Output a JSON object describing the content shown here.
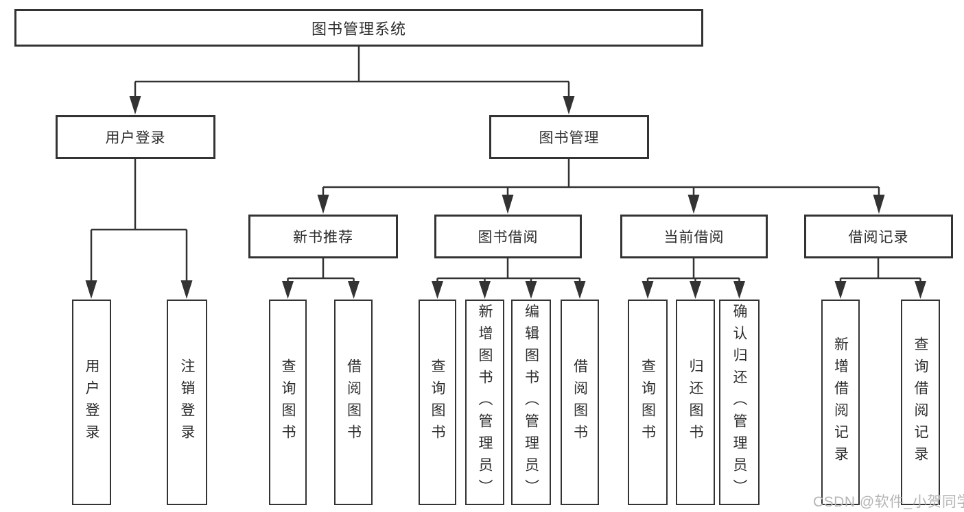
{
  "tree": {
    "label": "图书管理系统",
    "children": [
      {
        "label": "用户登录",
        "children": [
          {
            "label": "用户登录"
          },
          {
            "label": "注销登录"
          }
        ]
      },
      {
        "label": "图书管理",
        "children": [
          {
            "label": "新书推荐",
            "children": [
              {
                "label": "查询图书"
              },
              {
                "label": "借阅图书"
              }
            ]
          },
          {
            "label": "图书借阅",
            "children": [
              {
                "label": "查询图书"
              },
              {
                "label": "新增图书（管理员）"
              },
              {
                "label": "编辑图书（管理员）"
              },
              {
                "label": "借阅图书"
              }
            ]
          },
          {
            "label": "当前借阅",
            "children": [
              {
                "label": "查询图书"
              },
              {
                "label": "归还图书"
              },
              {
                "label": "确认归还（管理员）"
              }
            ]
          },
          {
            "label": "借阅记录",
            "children": [
              {
                "label": "新增借阅记录"
              },
              {
                "label": "查询借阅记录"
              }
            ]
          }
        ]
      }
    ]
  },
  "watermark": {
    "text": "CSDN @软件_小贺同学"
  },
  "colors": {
    "line": "#333333",
    "text": "#2e2e2e",
    "background": "#ffffff",
    "watermark": "#b5b5b5"
  }
}
